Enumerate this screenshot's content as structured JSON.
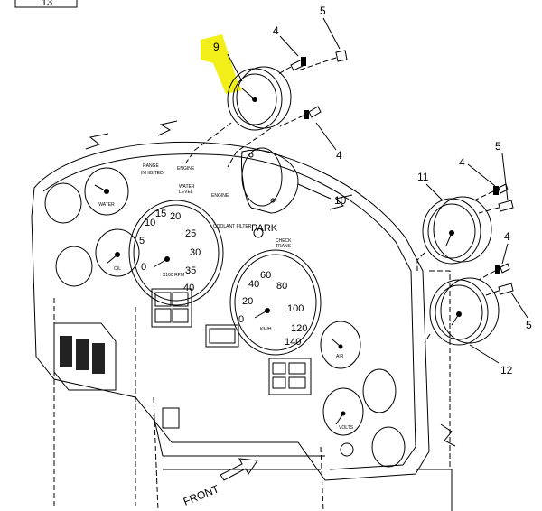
{
  "page_label": "13",
  "callouts": {
    "c9": "9",
    "c4a": "4",
    "c5a": "5",
    "c4b": "4",
    "c10": "10",
    "c11": "11",
    "c4c": "4",
    "c5b": "5",
    "c4d": "4",
    "c5c": "5",
    "c12": "12"
  },
  "highlight_color": "#f2ee17",
  "panel_labels": {
    "range": "RANGE",
    "inhibited": "INHIBITED",
    "engine_top": "ENGINE",
    "water": "WATER",
    "level": "LEVEL",
    "engine": "ENGINE",
    "park": "PARK",
    "coolant": "COOLANT FILTER",
    "check": "CHECK",
    "trans": "TRANS",
    "rpm": "X100 RPM",
    "kmh": "KM/H",
    "water_gauge": "WATER",
    "oil_gauge": "OIL",
    "air": "AIR",
    "volts": "VOLTS"
  },
  "tach_ticks": [
    "0",
    "5",
    "10",
    "15",
    "20",
    "25",
    "30",
    "35",
    "40"
  ],
  "speedo_ticks": [
    "0",
    "20",
    "40",
    "60",
    "80",
    "100",
    "120",
    "140"
  ],
  "front_label": "FRONT"
}
